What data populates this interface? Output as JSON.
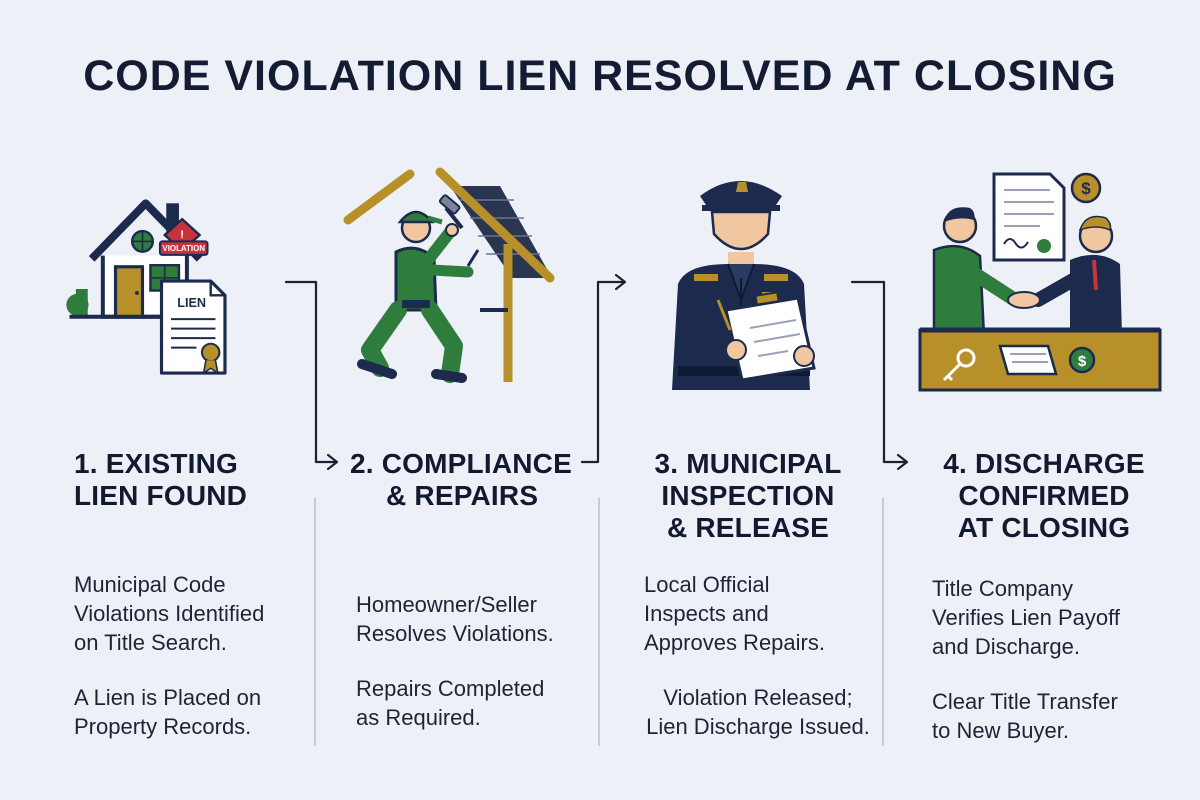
{
  "title": "CODE VIOLATION LIEN RESOLVED AT CLOSING",
  "steps": [
    {
      "title_lines": [
        "1. EXISTING",
        "LIEN FOUND"
      ],
      "desc1": [
        "Municipal Code",
        "Violations Identified",
        "on Title Search."
      ],
      "desc2": [
        "A Lien is Placed on",
        "Property Records."
      ],
      "badge": "VIOLATION",
      "doc_label": "LIEN"
    },
    {
      "title_lines": [
        "2. COMPLIANCE",
        "& REPAIRS"
      ],
      "desc1": [
        "Homeowner/Seller",
        "Resolves Violations."
      ],
      "desc2": [
        "Repairs Completed",
        "as Required."
      ]
    },
    {
      "title_lines": [
        "3. MUNICIPAL",
        "INSPECTION",
        "& RELEASE"
      ],
      "desc1": [
        "Local Official",
        "Inspects and",
        "Approves Repairs."
      ],
      "desc2": [
        "Violation Released;",
        "Lien Discharge Issued."
      ]
    },
    {
      "title_lines": [
        "4. DISCHARGE",
        "CONFIRMED",
        "AT CLOSING"
      ],
      "desc1": [
        "Title Company",
        "Verifies Lien Payoff",
        "and Discharge."
      ],
      "desc2": [
        "Clear Title Transfer",
        "to New Buyer."
      ],
      "coin_symbol": "$"
    }
  ],
  "colors": {
    "navy": "#1c2a4d",
    "green": "#2f7d3c",
    "gold": "#b8902a",
    "red": "#c7333a",
    "background": "#eef0f7"
  }
}
